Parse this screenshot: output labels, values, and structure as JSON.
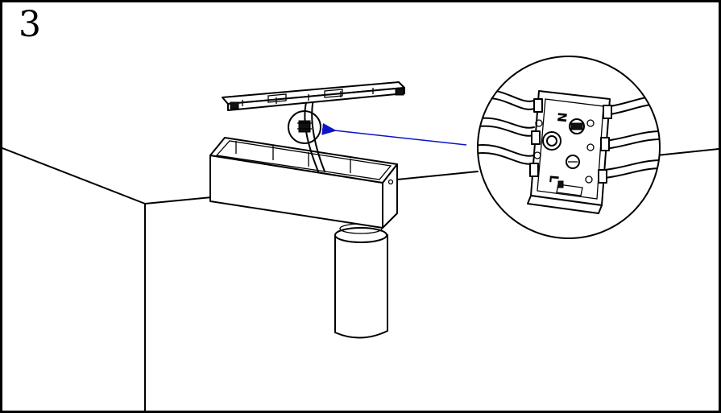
{
  "step": {
    "number": "3"
  },
  "detail": {
    "terminal_labels": [
      "N",
      "L"
    ]
  },
  "colors": {
    "line": "#000000",
    "background": "#ffffff",
    "arrow": "#0a14c8"
  },
  "icons": [
    "track-connector-icon",
    "spotlight-icon",
    "terminal-block-icon",
    "arrow-icon"
  ]
}
